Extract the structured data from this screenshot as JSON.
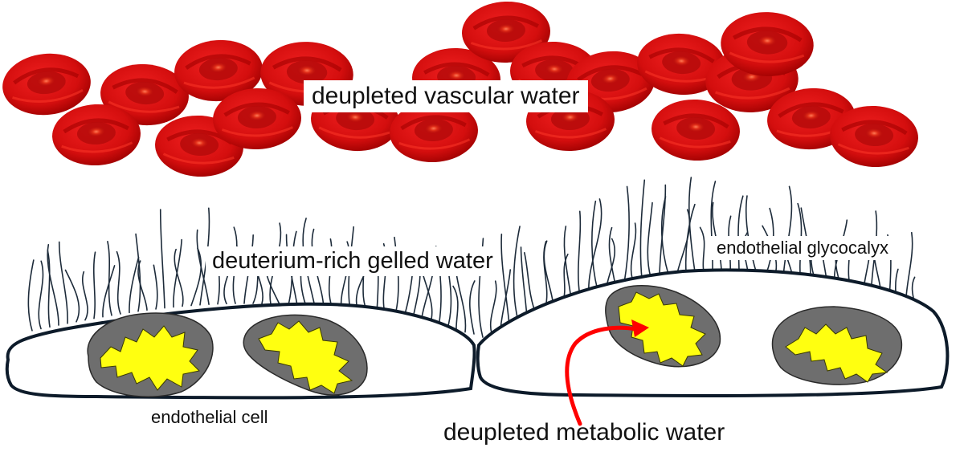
{
  "labels": {
    "vascular_water": "deupleted vascular water",
    "gelled_water": "deuterium-rich gelled water",
    "glycocalyx": "endothelial glycocalyx",
    "endothelial_cell": "endothelial cell",
    "metabolic_water": "deupleted metabolic water"
  },
  "colors": {
    "rbc_red": "#d90f0f",
    "rbc_dark": "#8e0000",
    "rbc_center": "#ff5a3a",
    "glycocalyx_stroke": "#1d2b3a",
    "cell_outline": "#0d1b2a",
    "mitochondria_gray": "#6e6e6e",
    "mitochondria_yellow": "#ffff10",
    "arrow_red": "#ff0000"
  },
  "icons": [
    "red-blood-cell-icon",
    "mitochondrion-icon",
    "arrow-icon"
  ]
}
